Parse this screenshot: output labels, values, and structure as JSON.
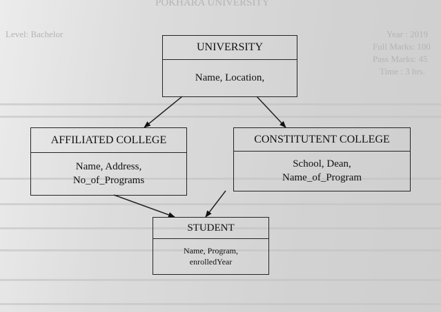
{
  "background_text": {
    "header": "POKHARA UNIVERSITY",
    "level": "Level: Bachelor",
    "year": "Year : 2019",
    "full_marks": "Full Marks: 100",
    "pass_marks": "Pass Marks: 45",
    "time": "Time : 3 hrs."
  },
  "entities": {
    "university": {
      "title": "UNIVERSITY",
      "attrs": [
        "Name, Location,"
      ]
    },
    "affiliated": {
      "title": "AFFILIATED COLLEGE",
      "attrs": [
        "Name, Address,",
        "No_of_Programs"
      ]
    },
    "constitutent": {
      "title": "CONSTITUTENT COLLEGE",
      "attrs": [
        "School, Dean,",
        "Name_of_Program"
      ]
    },
    "student": {
      "title": "STUDENT",
      "attrs": [
        "Name, Program,",
        "enrolledYear"
      ]
    }
  }
}
